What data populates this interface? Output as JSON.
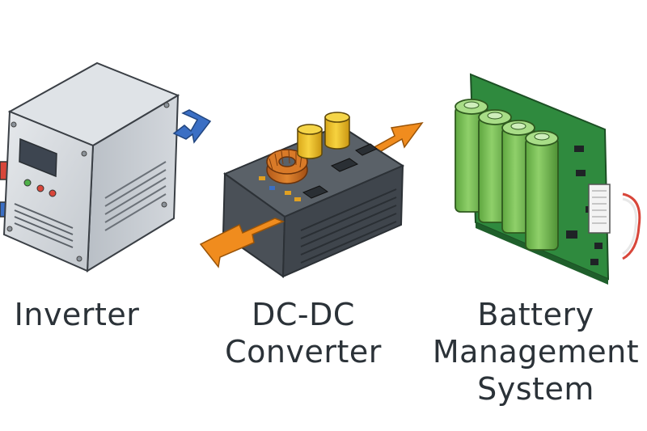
{
  "diagram": {
    "components": [
      {
        "id": "inverter",
        "label_lines": [
          "Inverter"
        ],
        "icon": "inverter-box-icon"
      },
      {
        "id": "dcdc",
        "label_lines": [
          "DC-DC",
          "Converter"
        ],
        "icon": "dc-dc-converter-module-icon"
      },
      {
        "id": "bms",
        "label_lines": [
          "Battery",
          "Management",
          "System"
        ],
        "icon": "battery-pack-pcb-icon"
      }
    ]
  },
  "colors": {
    "label_text": "#2b3238",
    "arrow_blue": "#3b6fc4",
    "arrow_orange": "#f08c1e",
    "arrow_red": "#d8463a",
    "pcb_green": "#2f8a3e",
    "cell_green": "#7cc35a",
    "housing_dark": "#4a5057",
    "inverter_grey": "#c9ced4"
  }
}
